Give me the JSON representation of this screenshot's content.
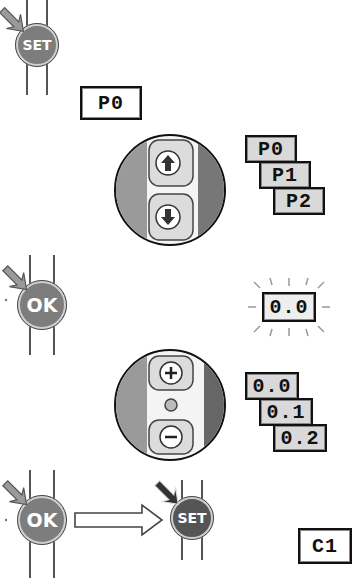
{
  "diagram": {
    "nodes": [
      {
        "text": [
          "SET"
        ]
      },
      {
        "text": [
          "P0"
        ]
      },
      {
        "text": [
          "P0"
        ]
      },
      {
        "text": [
          "P1"
        ]
      },
      {
        "text": [
          "P2"
        ]
      },
      {
        "text": [
          "OK"
        ]
      },
      {
        "text": [
          "0.0"
        ]
      },
      {
        "text": [
          "0.0"
        ]
      },
      {
        "text": [
          "0.1"
        ]
      },
      {
        "text": [
          "0.2"
        ]
      },
      {
        "text": [
          "OK"
        ]
      },
      {
        "text": [
          "SET"
        ]
      },
      {
        "text": [
          "C1"
        ]
      }
    ],
    "edges": [
      {
        "from": 10,
        "to": 11,
        "arrow": "to"
      }
    ]
  }
}
